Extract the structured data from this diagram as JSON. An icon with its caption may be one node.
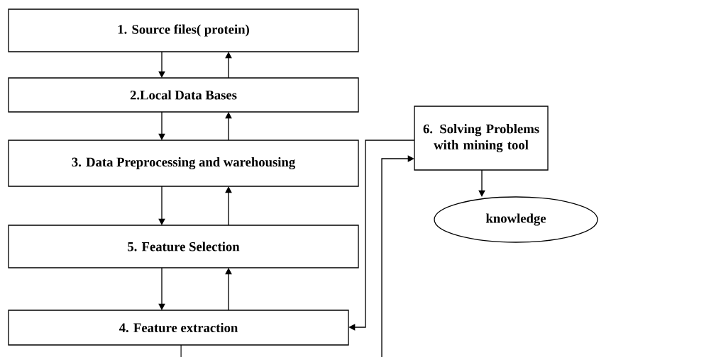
{
  "diagram": {
    "nodes": [
      {
        "text": [
          "1. Source files( protein)"
        ]
      },
      {
        "text": [
          "2.Local Data Bases"
        ]
      },
      {
        "text": [
          "3. Data Preprocessing and  warehousing"
        ]
      },
      {
        "text": [
          "5. Feature Selection"
        ]
      },
      {
        "text": [
          "4. Feature extraction"
        ]
      },
      {
        "text": [
          "6. Solving Problems with mining tool"
        ]
      },
      {
        "text": [
          "knowledge"
        ]
      }
    ],
    "edges": [
      {
        "from": 0,
        "to": 1,
        "arrow": "to"
      },
      {
        "from": 1,
        "to": 0,
        "arrow": "to"
      },
      {
        "from": 1,
        "to": 2,
        "arrow": "to"
      },
      {
        "from": 2,
        "to": 1,
        "arrow": "to"
      },
      {
        "from": 2,
        "to": 3,
        "arrow": "to"
      },
      {
        "from": 3,
        "to": 2,
        "arrow": "to"
      },
      {
        "from": 3,
        "to": 4,
        "arrow": "to"
      },
      {
        "from": 4,
        "to": 3,
        "arrow": "to"
      },
      {
        "from": 5,
        "to": 4,
        "arrow": "to"
      },
      {
        "from": 4,
        "to": 5,
        "arrow": "to"
      },
      {
        "from": 5,
        "to": 6,
        "arrow": "to"
      }
    ]
  }
}
